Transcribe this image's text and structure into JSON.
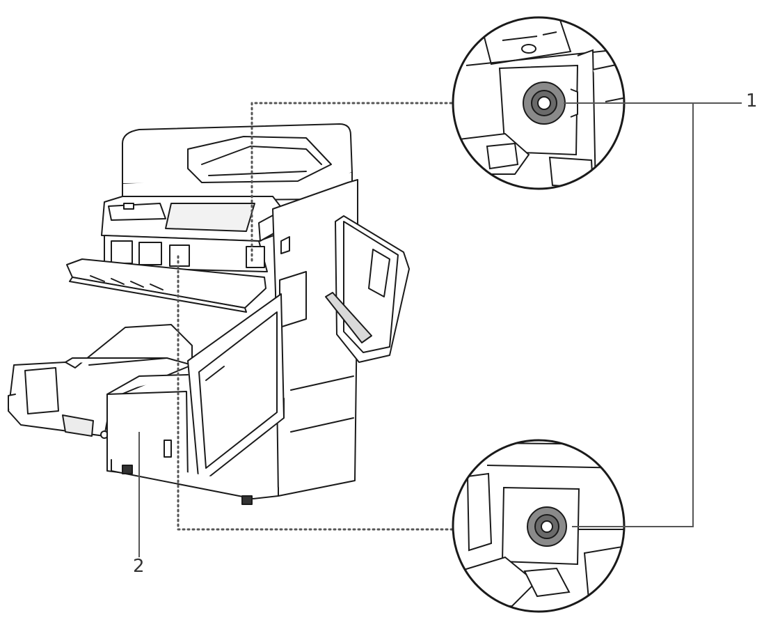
{
  "callouts": [
    {
      "id": "1",
      "label": "1"
    },
    {
      "id": "2",
      "label": "2"
    }
  ],
  "colors": {
    "line": "#1a1a1a",
    "leader": "#555555",
    "dotted": "#555555",
    "roller": "#8a8a8a",
    "background": "#ffffff"
  }
}
